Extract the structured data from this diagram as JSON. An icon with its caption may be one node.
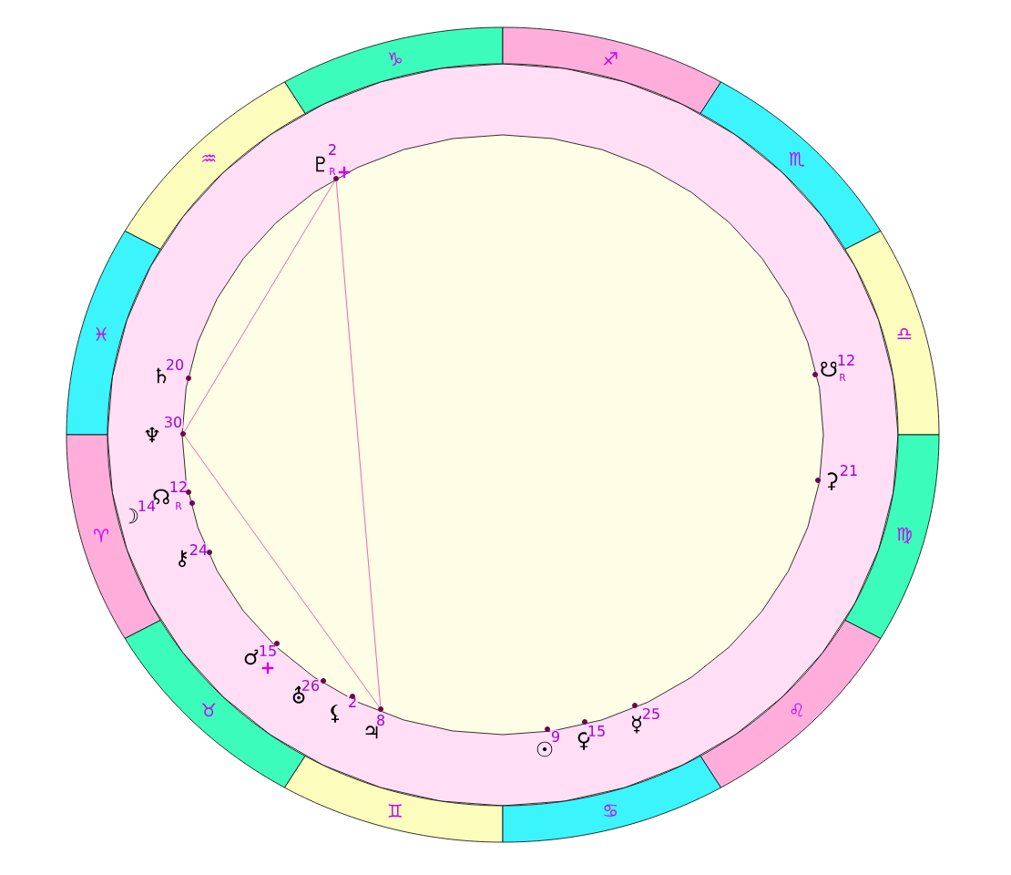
{
  "diagram": {
    "nodes": [
      {
        "text": [
          "♑"
        ]
      },
      {
        "text": [
          "♐"
        ]
      },
      {
        "text": [
          "♒"
        ]
      },
      {
        "text": [
          "♏"
        ]
      },
      {
        "text": [
          "♓"
        ]
      },
      {
        "text": [
          "♎"
        ]
      },
      {
        "text": [
          "♈"
        ]
      },
      {
        "text": [
          "♍"
        ]
      },
      {
        "text": [
          "♉"
        ]
      },
      {
        "text": [
          "♌"
        ]
      },
      {
        "text": [
          "♊"
        ]
      },
      {
        "text": [
          "♋"
        ]
      },
      {
        "text": [
          "♇",
          "2",
          "R"
        ]
      },
      {
        "text": [
          "♄",
          "20"
        ]
      },
      {
        "text": [
          "☋",
          "12",
          "R"
        ]
      },
      {
        "text": [
          "♆",
          "30"
        ]
      },
      {
        "text": [
          "☊",
          "12",
          "R"
        ]
      },
      {
        "text": [
          "⚳",
          "21"
        ]
      },
      {
        "text": [
          "☽",
          "14"
        ]
      },
      {
        "text": [
          "⚷",
          "24"
        ]
      },
      {
        "text": [
          "♂",
          "15"
        ]
      },
      {
        "text": [
          "⛢",
          "26"
        ]
      },
      {
        "text": [
          "⚸",
          "2"
        ]
      },
      {
        "text": [
          "☿",
          "25"
        ]
      },
      {
        "text": [
          "♃",
          "8"
        ]
      },
      {
        "text": [
          "♀",
          "15"
        ]
      },
      {
        "text": [
          "☉",
          "9"
        ]
      },
      {
        "text": [],
        "shape": "dot"
      },
      {
        "text": [],
        "shape": "dot"
      },
      {
        "text": [],
        "shape": "dot"
      },
      {
        "text": [],
        "shape": "dot"
      },
      {
        "text": [],
        "shape": "dot"
      },
      {
        "text": [],
        "shape": "dot"
      },
      {
        "text": [],
        "shape": "dot"
      },
      {
        "text": [],
        "shape": "dot"
      },
      {
        "text": [],
        "shape": "dot"
      },
      {
        "text": [],
        "shape": "dot"
      },
      {
        "text": [],
        "shape": "dot"
      },
      {
        "text": [],
        "shape": "dot"
      },
      {
        "text": [],
        "shape": "dot"
      },
      {
        "text": [],
        "shape": "dot"
      },
      {
        "text": [],
        "shape": "dot"
      }
    ],
    "edges": [
      {
        "from": 27,
        "to": 30,
        "arrow": "none"
      },
      {
        "from": 27,
        "to": 39,
        "arrow": "none"
      },
      {
        "from": 30,
        "to": 39,
        "arrow": "none"
      }
    ],
    "labels": [
      "+",
      "+"
    ]
  }
}
